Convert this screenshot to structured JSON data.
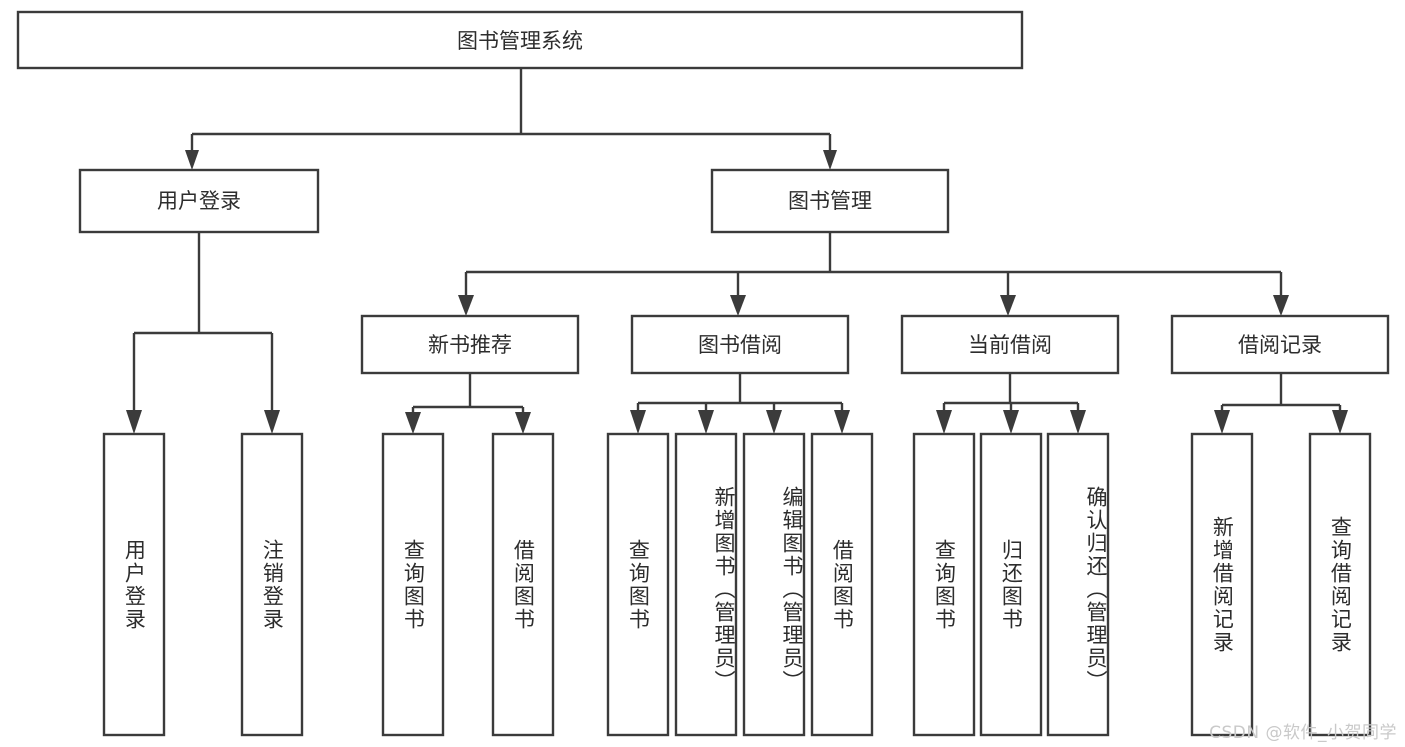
{
  "diagram": {
    "type": "tree-hierarchy",
    "title": "图书管理系统",
    "watermark": "CSDN @软件_小贺同学",
    "colors": {
      "background": "#ffffff",
      "stroke": "#3b3b3b",
      "text": "#2d2d2d",
      "watermark": "#c9c9c9"
    },
    "nodes": {
      "root": {
        "label": "图书管理系统",
        "level": 0
      },
      "level1": [
        {
          "id": "user-login",
          "label": "用户登录"
        },
        {
          "id": "book-management",
          "label": "图书管理"
        }
      ],
      "level2": [
        {
          "id": "new-book-recommend",
          "label": "新书推荐",
          "parent": "book-management"
        },
        {
          "id": "book-borrow",
          "label": "图书借阅",
          "parent": "book-management"
        },
        {
          "id": "current-borrow",
          "label": "当前借阅",
          "parent": "book-management"
        },
        {
          "id": "borrow-record",
          "label": "借阅记录",
          "parent": "book-management"
        }
      ],
      "leaves": {
        "user-login": [
          {
            "id": "leaf-user-login",
            "label": "用户登录"
          },
          {
            "id": "leaf-logout-login",
            "label": "注销登录"
          }
        ],
        "new-book-recommend": [
          {
            "id": "leaf-query-book-1",
            "label": "查询图书"
          },
          {
            "id": "leaf-borrow-book-1",
            "label": "借阅图书"
          }
        ],
        "book-borrow": [
          {
            "id": "leaf-query-book-2",
            "label": "查询图书"
          },
          {
            "id": "leaf-add-book",
            "label": "新增图书（管理员）"
          },
          {
            "id": "leaf-edit-book",
            "label": "编辑图书（管理员）"
          },
          {
            "id": "leaf-borrow-book-2",
            "label": "借阅图书"
          }
        ],
        "current-borrow": [
          {
            "id": "leaf-query-book-3",
            "label": "查询图书"
          },
          {
            "id": "leaf-return-book",
            "label": "归还图书"
          },
          {
            "id": "leaf-confirm-return",
            "label": "确认归还（管理员）"
          }
        ],
        "borrow-record": [
          {
            "id": "leaf-add-record",
            "label": "新增借阅记录"
          },
          {
            "id": "leaf-query-record",
            "label": "查询借阅记录"
          }
        ]
      }
    }
  }
}
